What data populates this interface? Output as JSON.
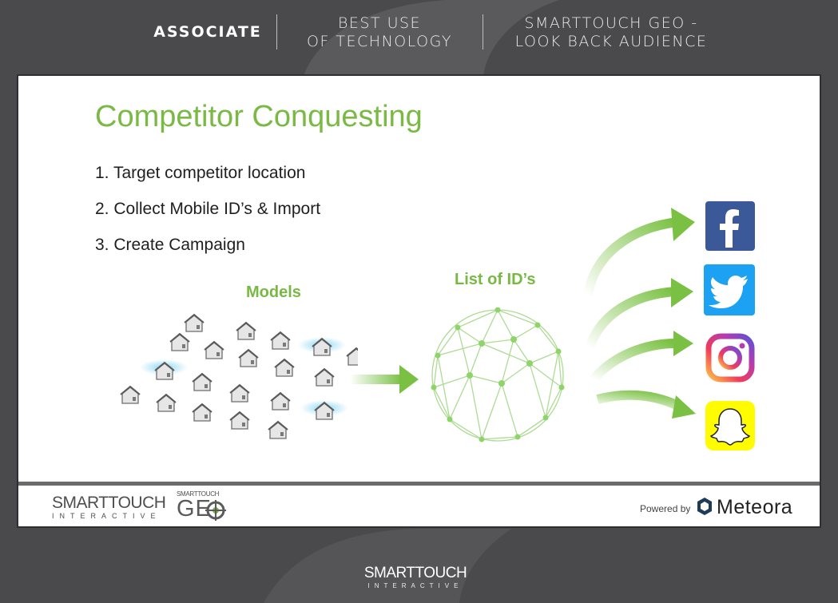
{
  "header": {
    "associate": "ASSOCIATE",
    "best_use_line1": "BEST USE",
    "best_use_line2": "OF TECHNOLOGY",
    "geo_line1": "SMARTTOUCH GEO -",
    "geo_line2": "LOOK BACK AUDIENCE"
  },
  "slide": {
    "title": "Competitor Conquesting",
    "steps": [
      "1.  Target competitor location",
      "2.  Collect Mobile ID’s & Import",
      "3.  Create Campaign"
    ],
    "models_label": "Models",
    "ids_label": "List of ID’s",
    "social_icons": [
      "facebook-icon",
      "twitter-icon",
      "instagram-icon",
      "snapchat-icon"
    ]
  },
  "footer": {
    "smarttouch_main": "SMARTTOUCH",
    "smarttouch_sub": "INTERACTIVE",
    "geo_small": "SMARTTOUCH",
    "geo_big": "GE",
    "powered_by": "Powered by",
    "meteora": "Meteora"
  },
  "bottom_logo": {
    "main": "SMARTTOUCH",
    "sub": "INTERACTIVE"
  },
  "colors": {
    "accent_green": "#79b944",
    "background": "#4a4a4c",
    "facebook": "#3b5998",
    "twitter": "#1da1f2",
    "snapchat": "#fffc00"
  }
}
